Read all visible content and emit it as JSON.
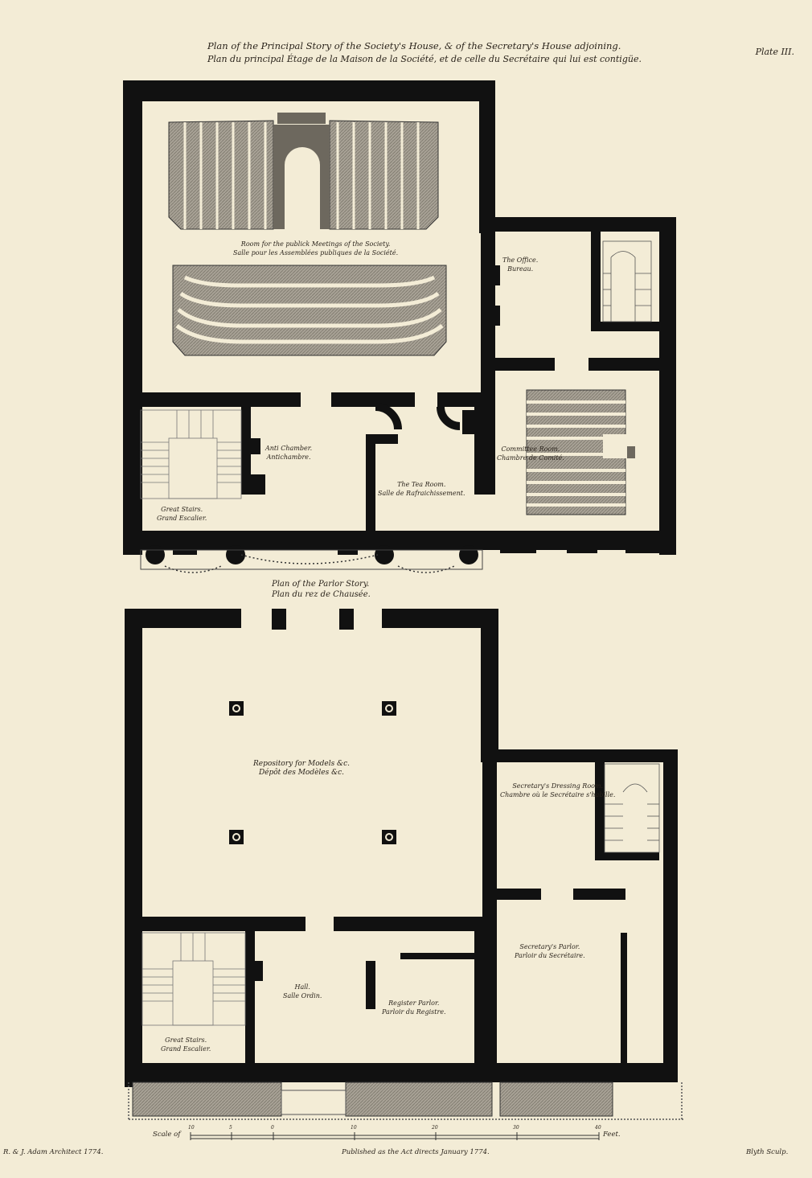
{
  "header": {
    "title_en": "Plan of the Principal Story of the Society's House, & of the Secretary's House adjoining.",
    "title_fr": "Plan du principal Étage de la Maison de la Société, et de celle du Secrétaire qui lui est contigüe.",
    "plate": "Plate III."
  },
  "upper_plan": {
    "rooms": [
      {
        "en": "Room for the publick Meetings of the Society.",
        "fr": "Salle pour les Assemblées publiques de la Société."
      },
      {
        "en": "The Office.",
        "fr": "Bureau."
      },
      {
        "en": "Anti Chamber.",
        "fr": "Antichambre."
      },
      {
        "en": "Committee Room.",
        "fr": "Chambre de Comité."
      },
      {
        "en": "The Tea Room.",
        "fr": "Salle de Rafraichissement."
      },
      {
        "en": "Great Stairs.",
        "fr": "Grand Escalier."
      }
    ]
  },
  "lower_plan": {
    "subtitle_en": "Plan of the Parlor Story.",
    "subtitle_fr": "Plan du rez de Chausée.",
    "rooms": [
      {
        "en": "Repository for Models &c.",
        "fr": "Dépôt des Modèles &c."
      },
      {
        "en": "Secretary's Dressing Room.",
        "fr": "Chambre où le Secrétaire s'habille."
      },
      {
        "en": "Secretary's Parlor.",
        "fr": "Parloir du Secrétaire."
      },
      {
        "en": "Hall.",
        "fr": "Salle Ordin."
      },
      {
        "en": "Register Parlor.",
        "fr": "Parloir du Registre."
      },
      {
        "en": "Great Stairs.",
        "fr": "Grand Escalier."
      }
    ]
  },
  "footer": {
    "architect": "R. & J. Adam Architect 1774.",
    "scale_label": "Scale of",
    "scale_ticks": [
      "10",
      "5",
      "0",
      "10",
      "20",
      "30",
      "40"
    ],
    "feet": "Feet.",
    "published": "Published as the Act directs January 1774.",
    "engraver": "Blyth Sculp."
  }
}
